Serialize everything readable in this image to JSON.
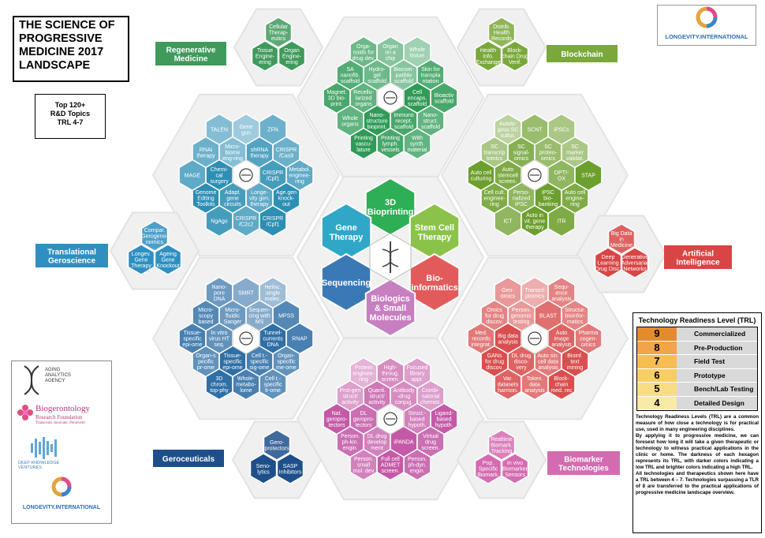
{
  "title_lines": [
    "THE SCIENCE OF",
    "PROGRESSIVE",
    "MEDICINE 2017",
    "LANDSCAPE"
  ],
  "topics_lines": [
    "Top 120+",
    "R&D Topics",
    "TRL 4-7"
  ],
  "colors": {
    "green": "#3fa064",
    "teal": "#2d8fb4",
    "blue": "#2f6fa6",
    "olive": "#6d9f2e",
    "red": "#d94f4f",
    "pink": "#d06db0",
    "navy": "#1e4f8a"
  },
  "center": {
    "cells": [
      {
        "label": "3D\nBioprinting",
        "color": "#2eae55"
      },
      {
        "label": "Gene\nTherapy",
        "color": "#31a7c8"
      },
      {
        "label": "Stem Cell\nTherapy",
        "color": "#8bc34a"
      },
      {
        "label": "Sequencing",
        "color": "#3b79b5"
      },
      {
        "label": "Bio-\ninformatics",
        "color": "#e25b5b"
      },
      {
        "label": "Biologics\n& Small\nMolecules",
        "color": "#c77fc1"
      }
    ]
  },
  "clusters": [
    {
      "id": "bioprinting",
      "icon": "printer-icon",
      "cells": [
        "Orga-\nnoids for\ndrug dev.",
        "Organ\non a\nchip",
        "Whole\ntissue",
        "SA\nnanofib.\nscaffold",
        "Hydro-\ngel\nscaffold",
        "Biocom-\npatible\nscaffold",
        "Skin for\ntranspla\nntation",
        "Magnet.\n3D bio-\nprint.",
        "Recellu-\nlarized\norgans",
        "Cell\nencaps.\nscaffold",
        "Bioactiv\nscaffold",
        "Whole\norgans",
        "Nano-\nstructure\nbioprint.",
        "Immuno\nrecept.\nscaffold",
        "Nano-\nstruct.\nscaffold",
        "Printing\nvascu-\nlature",
        "Printing\nlymph.\nvessels",
        "With\nsynth.\nmaterial"
      ]
    },
    {
      "id": "gene-therapy",
      "icon": "dna-icon",
      "cells": [
        "TALEN",
        "Gene\ngun",
        "ZFN",
        "RNAi\ntherapy",
        "Micro-\nbiome\neng-ring",
        "shRNA\ntherapy",
        "CRISPR\n/Cas9",
        "MAGE",
        "Chemi-\ncal\nsurgery",
        "CRISPR\n/Cpf1",
        "Metabol.\nenginee-\nring",
        "Genome\nEditing\nToolkits",
        "Adapt.\ngene\ncircuits",
        "Longe-\nvity gen.\ntherapy",
        "Age.gen\nknock-\nout",
        "NgAgo",
        "CRISPR\n/C2c2",
        "CRISPR\n/Cpf1"
      ]
    },
    {
      "id": "stem-cell",
      "icon": "cells-icon",
      "cells": [
        "Autolo-\ngous SC\ncultur.",
        "SCNT",
        "iPSCs",
        "SC\ntranscrip\ntomics",
        "SC\nsignal-\nomics",
        "SC\nproteo-\nomics",
        "SC\nmarker\nvalidat.",
        "Auto cell\nculturing",
        "Auto\nstemcell\nscreen.",
        "OPTI-\nOX",
        "STAP",
        "Cell cult.\nenginee-\nring",
        "Perso-\nnalized\niPSC",
        "iPSC\nbio-\nbanking",
        "Auto cell\nengine-\nring",
        "ICT",
        "Auto in\nvit. gene\ntherapy",
        "iTR"
      ]
    },
    {
      "id": "sequencing",
      "icon": "acg-icon",
      "cells": [
        "Nano-\npore\nDNA",
        "SMRT",
        "Helisc.\nsingle\nmolec.",
        "Micro-\nscopy\nbased",
        "Micro-\nfluidic\nSanger",
        "Sequen-\ncing with\nMS",
        "MPSS",
        "Tissue-\nspecific\nepi-ome",
        "In vitro\nvirus HT\nseq.",
        "Tunnel-\ncurrents\nDNA",
        "RNAP",
        "Organ-s\npecific\npr-ome",
        "Tissue-\nspecific\nepi-ome",
        "Cell t.-\nspecific\nsig-ome",
        "Organ-\nspecific\nme-ome",
        "3D\nchrom.\ntop-phy",
        "Whole-\nmetabo-\nlome",
        "Cell t.-\nspecific\nlr-ome"
      ]
    },
    {
      "id": "bioinformatics",
      "icon": "computer-icon",
      "cells": [
        "Gen-\nomics",
        "Transcri\nptomics",
        "Sequ-\nence\nanalysis",
        "Omics\nfor drug\ndiscov.",
        "Person.\ngenomic\ntesting",
        "BLAST",
        "Structur.\nbioinfor-\nmatics",
        "Med.\nrecords\nintegrat.",
        "Big data\nanalysis",
        "Auto\nimage\nanalysis",
        "Pharma\ncogen-\nomics",
        "GANs\nfor drug\ndiscov.",
        "DL drug\ndisco-\nvery",
        "Auto sin.\ncell data\nanalysis",
        "Bioinf.\ntext\nmining",
        "Var.\ndatasets\nharmon.",
        "Token.\ndata\nanalysis",
        "Block-\nchain\nmed. rec"
      ]
    },
    {
      "id": "biologics",
      "icon": "molecule-icon",
      "cells": [
        "Protein\nenginee-\nring",
        "High-\nthroug.\nscreen.",
        "Focused\nlibrary\nappr.",
        "Prot-gen\nstruct/\nactivity",
        "Quanti.\nstruct/\nactivity",
        "Antibody\n-drug\nconjug.",
        "Combi-\nnatorial\nchemist.",
        "Nat.\ngeropro-\ntectors",
        "DL\ngeropro-\ntectors",
        "Struct.-\nbased\nhypoth.",
        "Ligand-\nbased\nhypoth.",
        "Person.\nph-kin.\nengin.",
        "DL drug\ndevelop\nment",
        "iPANDA",
        "Virtual\ndrug\nscreen.",
        "Person.\nsmall\nmol. dev",
        "Full cell\nADMET\nscreen.",
        "Person.\nph-dyn.\nengin."
      ]
    }
  ],
  "side_groups": [
    {
      "id": "regenerative",
      "label": "Regenerative\nMedicine",
      "cells": [
        "Cellular\nTherap-\neutics",
        "Tissue\nEngine-\nering",
        "Organ\nEngine-\nering"
      ]
    },
    {
      "id": "blockchain",
      "label": "Blockchain",
      "cells": [
        "Distrib.\nHealth\nRecords",
        "Health\nInfo.\nExchange",
        "Block-\nchain Drug\nVerif."
      ]
    },
    {
      "id": "translational",
      "label": "Translational\nGeroscience",
      "cells": [
        "Compar.\nGerogeno-\nnomics",
        "Longev.\nGene\nTherapy",
        "Ageing\nGene\nKnockout"
      ]
    },
    {
      "id": "ai",
      "label": "Artificial\nIntelligence",
      "cells": [
        "Big Data\nin\nMedicine",
        "Deep\nLearning\nDrug Disc.",
        "Generative\nAdversarial\nNetworks"
      ]
    },
    {
      "id": "geroceuticals",
      "label": "Geroceuticals",
      "cells": [
        "Gero-\nprotectors",
        "Seno-\nlytics",
        "SASP\nInhibitors"
      ]
    },
    {
      "id": "biomarker",
      "label": "Biomarker\nTechnologies",
      "cells": [
        "Realtime\nBiomark.\nTracking",
        "Pop.\nSpecific\nBiomark.",
        "In vivo\nBiomarker\nSensors"
      ]
    }
  ],
  "logo_top_right": {
    "name": "LONGEVITY.INTERNATIONAL"
  },
  "partners": [
    {
      "name": "AGING\nANALYTICS\nAGENCY",
      "sub": "Aging Analytics Agency"
    },
    {
      "name": "Biogerontology",
      "sub": "Research Foundation",
      "tag": "Transcend. Innovate. Persevere."
    },
    {
      "name": "DEEP KNOWLEDGE\nVENTURES"
    },
    {
      "name": "LONGEVITY.INTERNATIONAL"
    }
  ],
  "trl": {
    "title": "Technology Readiness Level (TRL)",
    "rows": [
      {
        "num": "9",
        "label": "Commercialized",
        "color": "#e58b2c"
      },
      {
        "num": "8",
        "label": "Pre-Production",
        "color": "#f1a44a"
      },
      {
        "num": "7",
        "label": "Field Test",
        "color": "#f6bd51"
      },
      {
        "num": "6",
        "label": "Prototype",
        "color": "#f7cd66"
      },
      {
        "num": "5",
        "label": "Bench/Lab Testing",
        "color": "#f9dd84"
      },
      {
        "num": "4",
        "label": "Detailed Design",
        "color": "#fbe9a8"
      }
    ],
    "description": [
      "Technology Readiness Levels (TRL) are a common measure of how close a technology is for practical use, used in many engineering disciplines.",
      "By applying it to progressive medicine, we can foresest how long it will take a given therapeutic or technology to witness practical applications in the clinic or home. The darkness of each hexagon represents its TRL, with darker colors indicating a low TRL and brighter colors indicating a high TRL.",
      "All technologies and therapeutics shown here have a TRL between 4 – 7. Technologies surpassing a TLR of 8 are transferred to the practical applications of progressive medicine landscape overview."
    ]
  }
}
